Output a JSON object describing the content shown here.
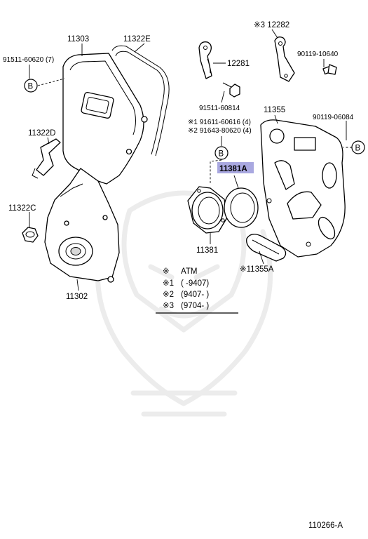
{
  "parts": {
    "p11303": "11303",
    "p11322E": "11322E",
    "p91511_60620": "91511-60620 (7)",
    "p11322D": "11322D",
    "p11322C": "11322C",
    "p11302": "11302",
    "p12282": "※3 12282",
    "p12281": "12281",
    "p90119_10640": "90119-10640",
    "p91511_60814": "91511-60814",
    "p91611_60616": "※1 91611-60616 (4)",
    "p91643_80620": "※2 91643-80620 (4)",
    "p11355": "11355",
    "p90119_06084": "90119-06084",
    "p11381A": "11381A",
    "p11381": "11381",
    "p11355A": "※11355A"
  },
  "refs": {
    "b": "B"
  },
  "legend": {
    "rows": [
      {
        "mark": "※",
        "text": "ATM"
      },
      {
        "mark": "※1",
        "text": "(      -9407)"
      },
      {
        "mark": "※2",
        "text": "(9407-      )"
      },
      {
        "mark": "※3",
        "text": "(9704-      )"
      }
    ]
  },
  "highlight_color": "#a9a8e0",
  "diagram_id": "110266-A"
}
